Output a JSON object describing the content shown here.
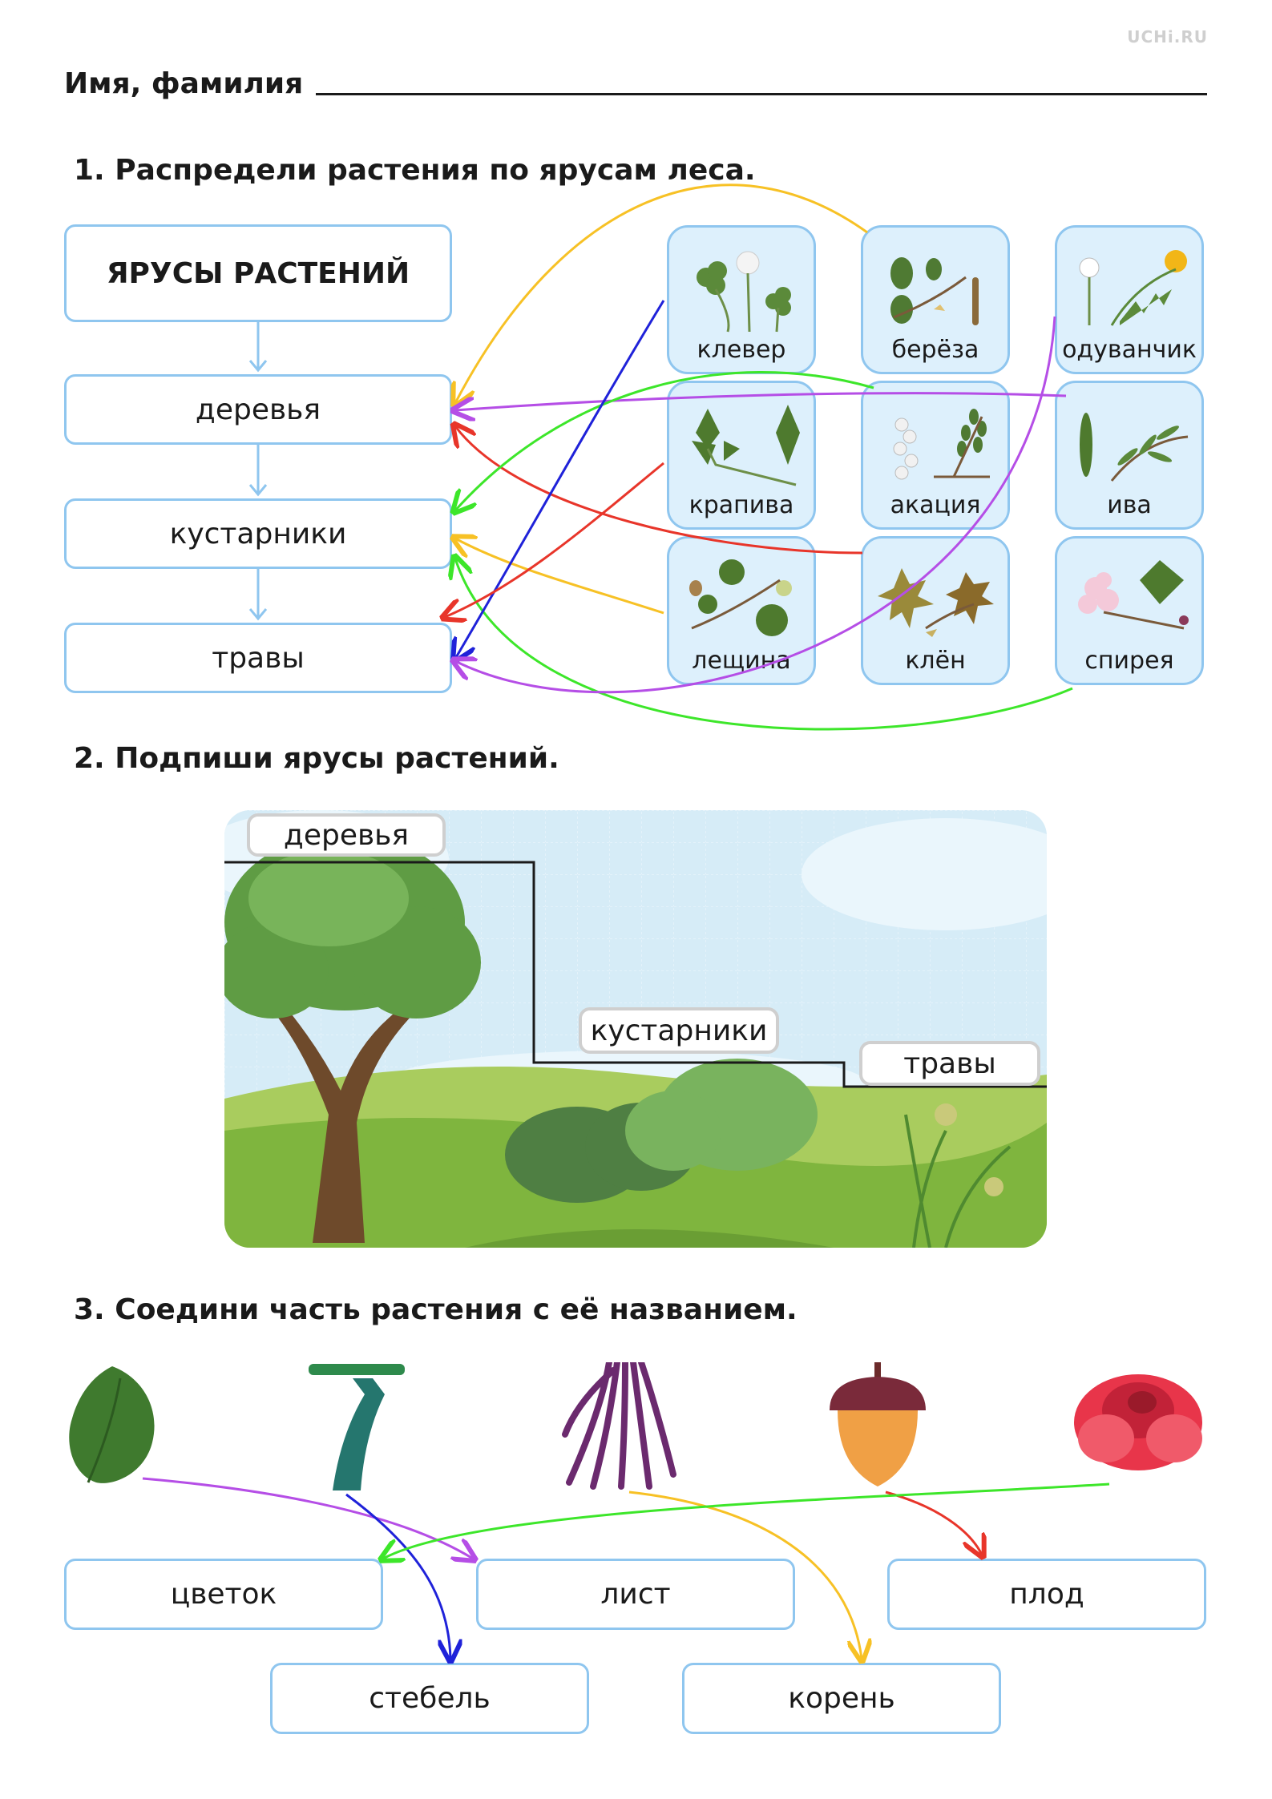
{
  "header": {
    "brand": "UCHi.RU",
    "name_label": "Имя, фамилия"
  },
  "task1": {
    "number": "1.",
    "title": "Распредели растения по ярусам леса.",
    "tiers_heading": "ЯРУСЫ РАСТЕНИЙ",
    "tiers": [
      "деревья",
      "кустарники",
      "травы"
    ],
    "plants": [
      {
        "label": "клевер",
        "icon": "clover-icon"
      },
      {
        "label": "берёза",
        "icon": "birch-icon"
      },
      {
        "label": "одуванчик",
        "icon": "dandelion-icon"
      },
      {
        "label": "крапива",
        "icon": "nettle-icon"
      },
      {
        "label": "акация",
        "icon": "acacia-icon"
      },
      {
        "label": "ива",
        "icon": "willow-icon"
      },
      {
        "label": "лещина",
        "icon": "hazel-icon"
      },
      {
        "label": "клён",
        "icon": "maple-icon"
      },
      {
        "label": "спирея",
        "icon": "spirea-icon"
      }
    ]
  },
  "task2": {
    "number": "2.",
    "title": "Подпиши ярусы растений.",
    "labels": [
      "деревья",
      "кустарники",
      "травы"
    ]
  },
  "task3": {
    "number": "3.",
    "title": "Соедини часть растения с её названием.",
    "images": [
      "leaf-icon",
      "stem-icon",
      "root-icon",
      "acorn-icon",
      "flower-icon"
    ],
    "names": [
      "цветок",
      "лист",
      "плод",
      "стебель",
      "корень"
    ]
  },
  "colors": {
    "box_border": "#8fc6ef",
    "card_fill": "#ddf0fc",
    "yellow": "#f7c125",
    "purple": "#b54ee6",
    "blue": "#1f22d9",
    "red": "#e8352a",
    "green": "#3de62a"
  }
}
